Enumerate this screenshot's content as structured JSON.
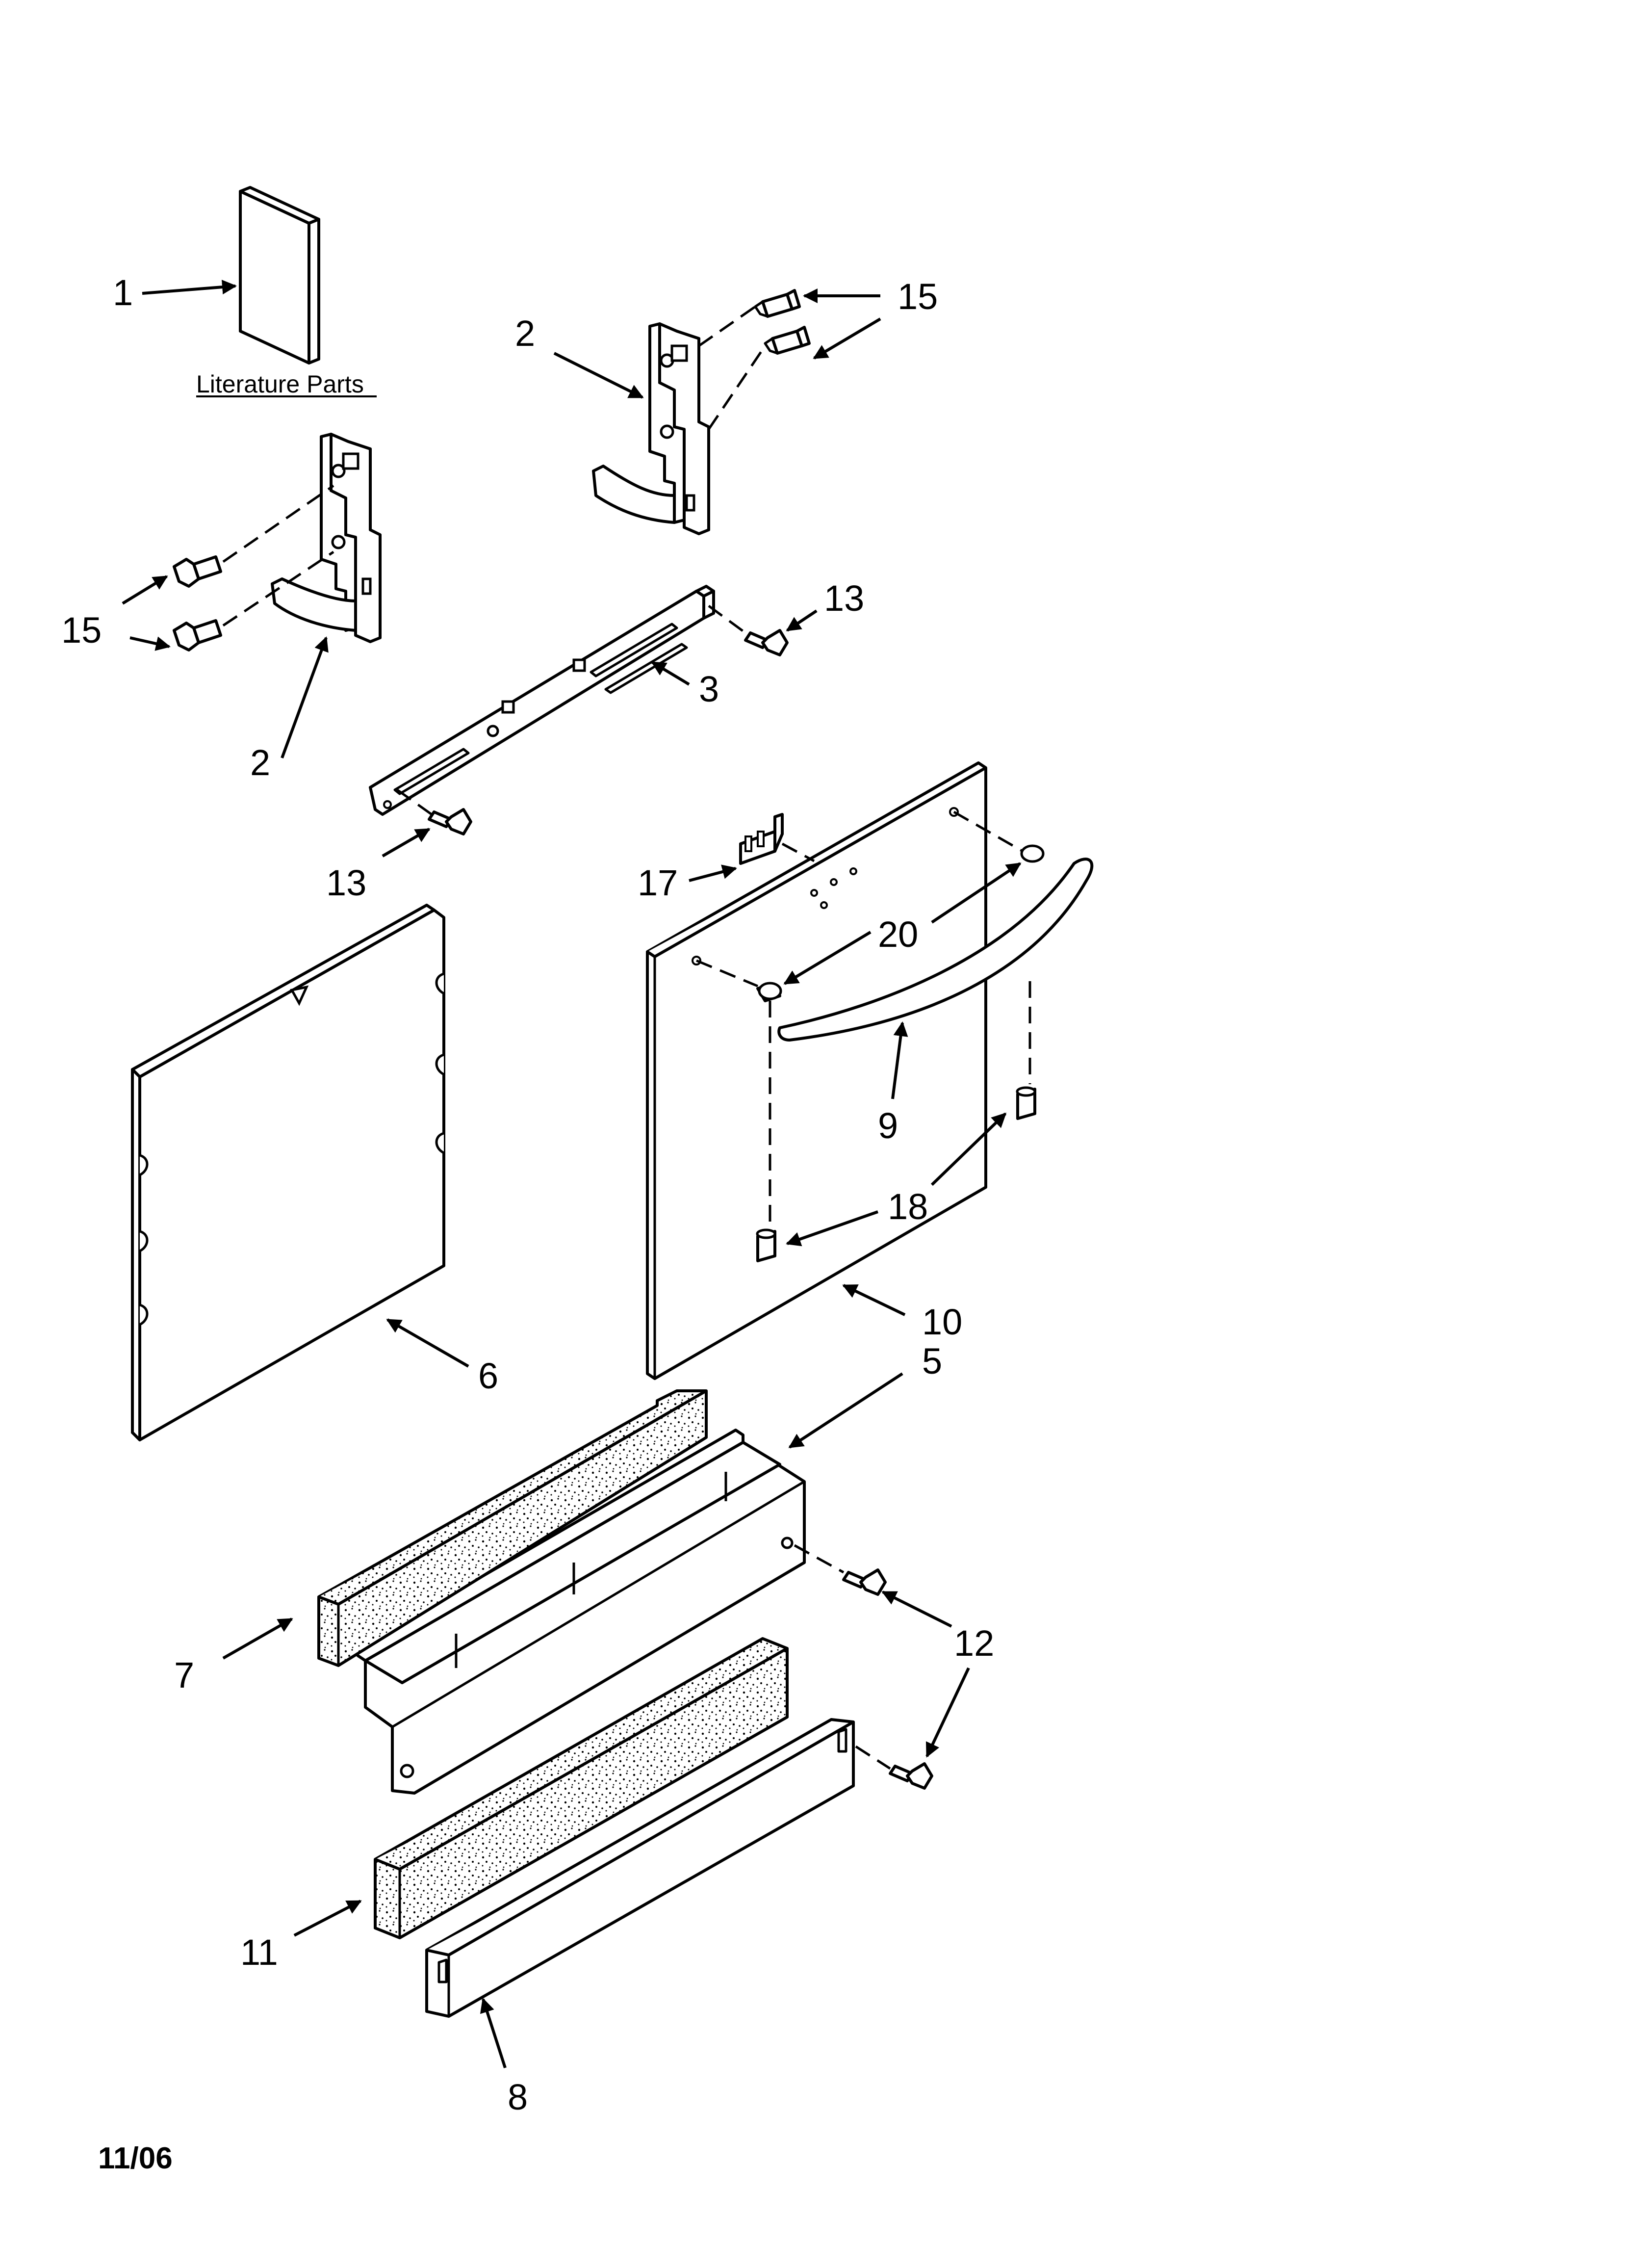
{
  "literature_label": "Literature Parts",
  "date_code": "11/06",
  "callouts": {
    "c1": "1",
    "c2_top": "2",
    "c15_top": "15",
    "c15_left": "15",
    "c2_left": "2",
    "c13_top": "13",
    "c3": "3",
    "c13_left": "13",
    "c17": "17",
    "c20": "20",
    "c9": "9",
    "c18": "18",
    "c10": "10",
    "c6": "6",
    "c5": "5",
    "c12": "12",
    "c7": "7",
    "c11": "11",
    "c8": "8"
  },
  "colors": {
    "line": "#000000",
    "background": "#ffffff"
  }
}
